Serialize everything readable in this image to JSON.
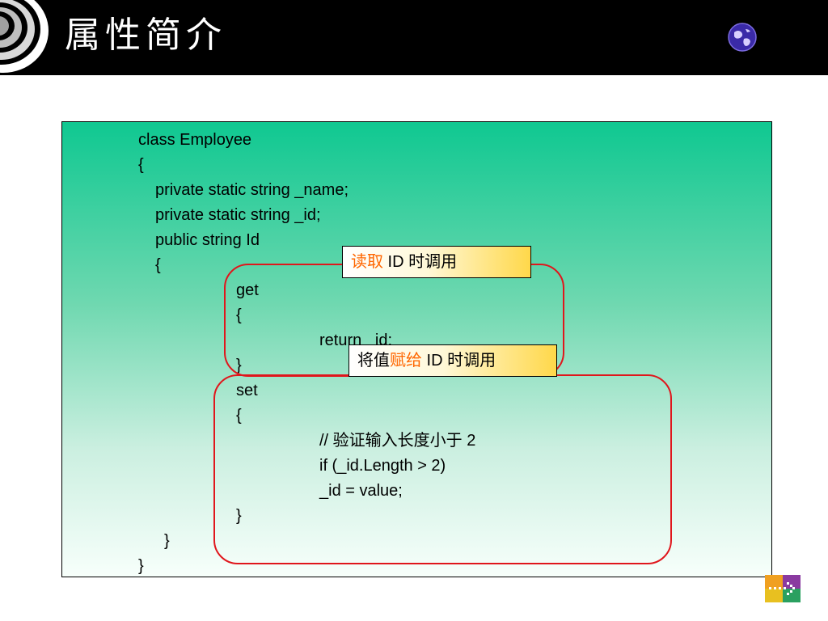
{
  "slide": {
    "title": "属性简介"
  },
  "code_lines": [
    "class Employee",
    "{",
    "private static string _name;",
    "private static string _id;",
    "public string Id",
    "{",
    "get",
    "{",
    "return _id;",
    "}",
    "set",
    "{",
    "// 验证输入长度小于 2",
    "if (_id.Length > 2)",
    "_id = value;",
    "}",
    "}",
    "}"
  ],
  "callouts": {
    "get": {
      "highlight": "读取",
      "text": " ID 时调用"
    },
    "set": {
      "prefix": "将值",
      "highlight": "赋给",
      "text": " ID 时调用"
    }
  },
  "icons": {
    "logo": "spiral-logo-icon",
    "globe": "globe-icon",
    "nav": "next-slide-arrow-icon"
  },
  "colors": {
    "title_bar": "#000000",
    "panel_top": "#0fc891",
    "oval_border": "#e0161c",
    "callout_highlight": "#ff6600",
    "callout_fill": "#ffd84a"
  }
}
